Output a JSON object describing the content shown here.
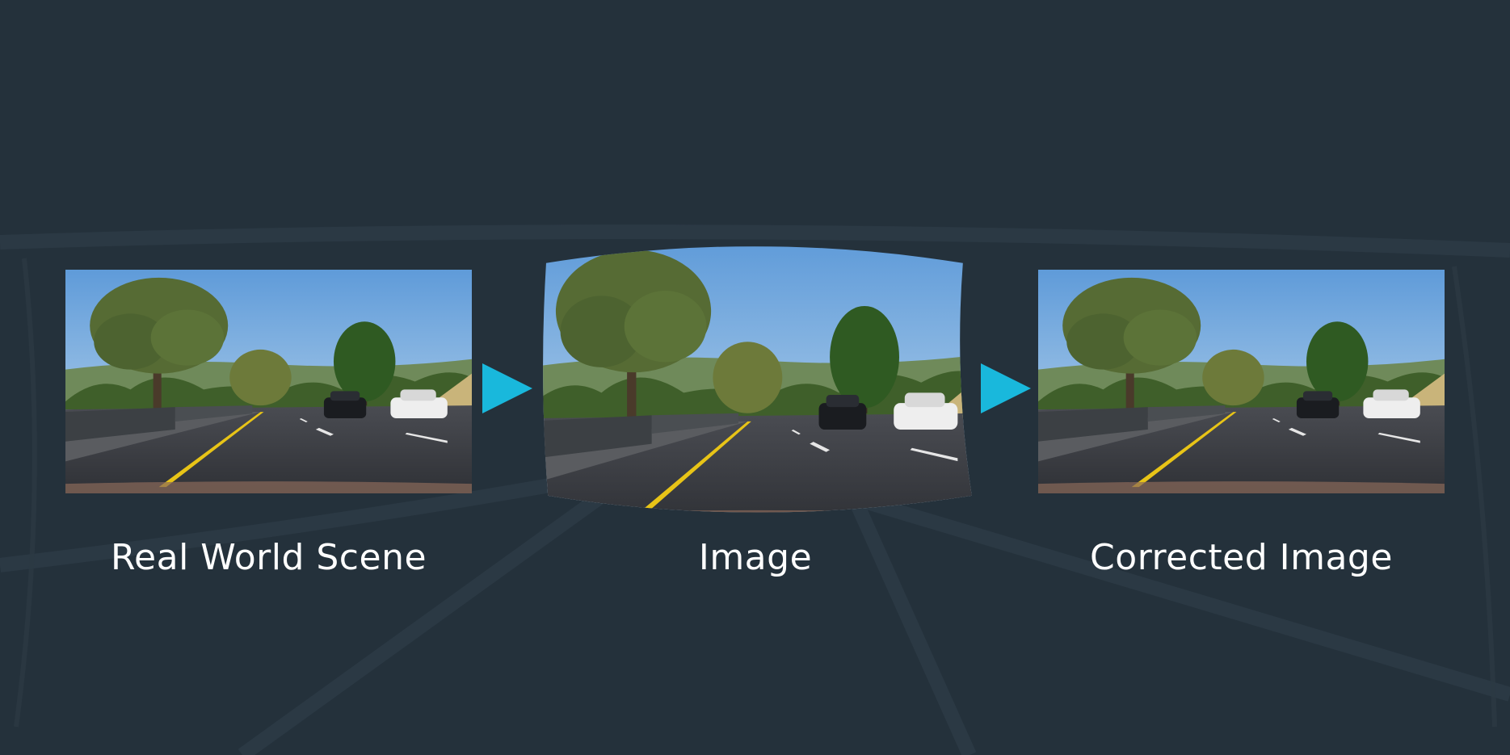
{
  "panels": [
    {
      "label": "Real World Scene"
    },
    {
      "label": "Image"
    },
    {
      "label": "Corrected Image"
    }
  ],
  "colors": {
    "background": "#24313b",
    "arrow": "#19b8dc",
    "sky_top": "#6aa3dd",
    "sky_bottom": "#b9d4ea",
    "road": "#3b3d42",
    "lane_yellow": "#e8c417"
  },
  "icons": [
    "play-arrow-icon",
    "play-arrow-icon"
  ]
}
